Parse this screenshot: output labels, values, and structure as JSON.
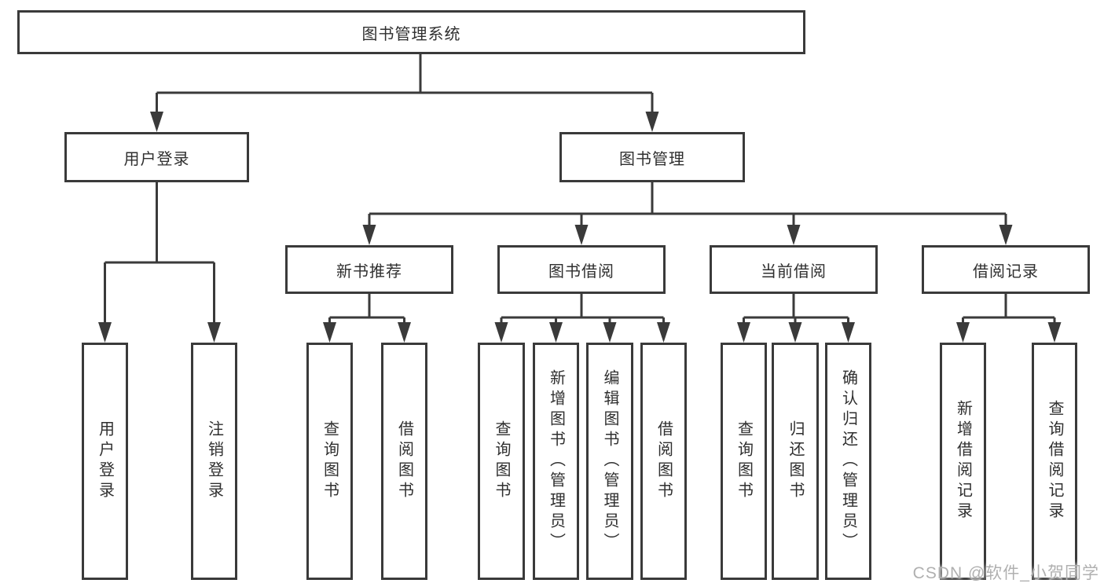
{
  "diagram": {
    "root": {
      "label": "图书管理系统"
    },
    "branches": [
      {
        "label": "用户登录",
        "children": [
          {
            "label": "用户登录"
          },
          {
            "label": "注销登录"
          }
        ]
      },
      {
        "label": "图书管理",
        "children": [
          {
            "label": "新书推荐",
            "children": [
              {
                "label": "查询图书"
              },
              {
                "label": "借阅图书"
              }
            ]
          },
          {
            "label": "图书借阅",
            "children": [
              {
                "label": "查询图书"
              },
              {
                "label": "新增图书（管理员）"
              },
              {
                "label": "编辑图书（管理员）"
              },
              {
                "label": "借阅图书"
              }
            ]
          },
          {
            "label": "当前借阅",
            "children": [
              {
                "label": "查询图书"
              },
              {
                "label": "归还图书"
              },
              {
                "label": "确认归还（管理员）"
              }
            ]
          },
          {
            "label": "借阅记录",
            "children": [
              {
                "label": "新增借阅记录"
              },
              {
                "label": "查询借阅记录"
              }
            ]
          }
        ]
      }
    ]
  },
  "watermark": {
    "text": "CSDN @软件_小贺同学"
  },
  "colors": {
    "line": "#3a3a3a",
    "box_fill": "#ffffff",
    "text": "#2f2f2f",
    "watermark": "#b0b0b0"
  }
}
